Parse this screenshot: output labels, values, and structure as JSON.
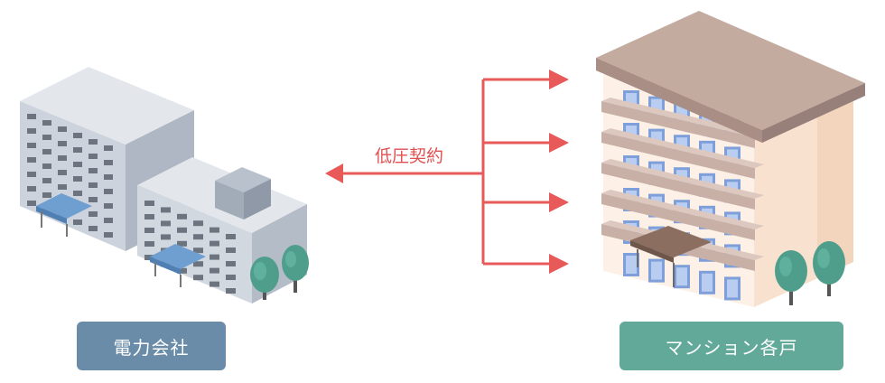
{
  "labels": {
    "left": "電力会社",
    "right": "マンション各戸",
    "contract": "低圧契約"
  },
  "colors": {
    "arrow": "#e85a5a",
    "left_label_bg": "#6a8ca8",
    "right_label_bg": "#62a99a",
    "office_side": "#cdd3dc",
    "office_front": "#a8b1bd",
    "window": "#6c7480",
    "apartment_roof": "#c4aba0",
    "apartment_wall": "#f8e2cf",
    "apartment_window": "#7e9fd9",
    "tree": "#4f9e8c"
  },
  "icons": [
    "office-building-icon",
    "apartment-building-icon",
    "tree-icon"
  ]
}
